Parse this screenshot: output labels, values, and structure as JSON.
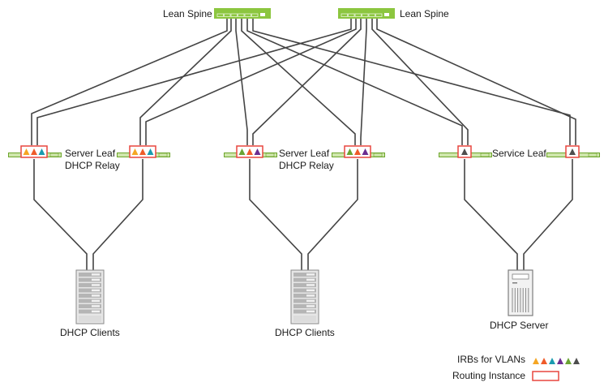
{
  "colors": {
    "switch_green": "#8cc63f",
    "switch_green_dark": "#6da52b",
    "routing_instance": "#e8463f",
    "link": "#444444",
    "irb_yellow": "#f5a623",
    "irb_orange": "#ef5b2a",
    "irb_teal": "#1a9bb0",
    "irb_purple": "#6b2c91",
    "irb_green": "#6aa333",
    "irb_gray": "#4d4d4d"
  },
  "spines": [
    {
      "id": "spine1",
      "label": "Lean Spine",
      "label_side": "left"
    },
    {
      "id": "spine2",
      "label": "Lean Spine",
      "label_side": "right"
    }
  ],
  "leaf_groups": [
    {
      "id": "group1",
      "label_line1": "Server Leaf",
      "label_line2": "DHCP Relay",
      "irbs": [
        "irb_yellow",
        "irb_orange",
        "irb_teal"
      ]
    },
    {
      "id": "group2",
      "label_line1": "Server Leaf",
      "label_line2": "DHCP Relay",
      "irbs": [
        "irb_green",
        "irb_orange",
        "irb_purple"
      ]
    },
    {
      "id": "group3",
      "label_line1": "Service Leaf",
      "label_line2": "",
      "irbs": [
        "irb_gray"
      ]
    }
  ],
  "endpoints": [
    {
      "id": "clients1",
      "type": "rack-server",
      "label": "DHCP Clients"
    },
    {
      "id": "clients2",
      "type": "rack-server",
      "label": "DHCP Clients"
    },
    {
      "id": "server",
      "type": "tower-server",
      "label": "DHCP Server"
    }
  ],
  "legend": {
    "irb_label": "IRBs for VLANs",
    "irb_colors": [
      "irb_yellow",
      "irb_orange",
      "irb_teal",
      "irb_purple",
      "irb_green",
      "irb_gray"
    ],
    "routing_label": "Routing Instance"
  }
}
